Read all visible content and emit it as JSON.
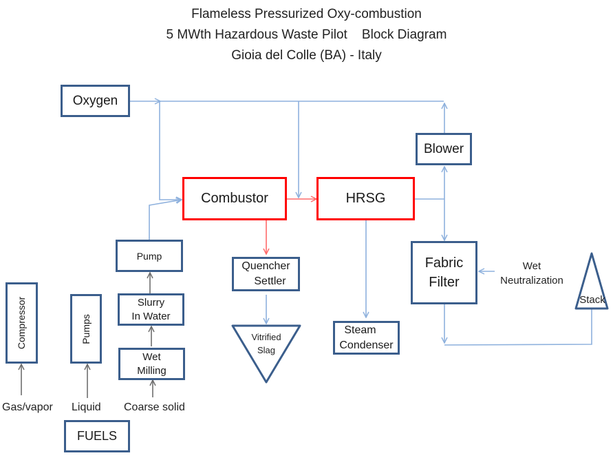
{
  "title": {
    "line1": "Flameless Pressurized Oxy-combustion",
    "line2": "5 MWth Hazardous Waste Pilot    Block Diagram",
    "line3": "Gioia del Colle (BA) - Italy"
  },
  "blocks": {
    "oxygen": "Oxygen",
    "combustor": "Combustor",
    "hrsg": "HRSG",
    "blower": "Blower",
    "fabric_filter_1": "Fabric",
    "fabric_filter_2": "Filter",
    "quencher_1": "Quencher",
    "quencher_2": "Settler",
    "vitrified_1": "Vitrified",
    "vitrified_2": "Slag",
    "steam_1": "Steam",
    "steam_2": "Condenser",
    "stack": "Stack",
    "pump": "Pump",
    "slurry_1": "Slurry",
    "slurry_2": "In Water",
    "milling_1": "Wet",
    "milling_2": "Milling",
    "compressor": "Compressor",
    "pumps": "Pumps",
    "fuels": "FUELS"
  },
  "labels": {
    "wet_1": "Wet",
    "wet_2": "Neutralization",
    "gas": "Gas/vapor",
    "liquid": "Liquid",
    "coarse": "Coarse solid"
  },
  "colors": {
    "box_border": "#3b5e8c",
    "hot_border": "#ff0000",
    "flow_line": "#8eb1dd",
    "hot_line": "#ff6b6b",
    "feed_line": "#6e6e6e"
  }
}
